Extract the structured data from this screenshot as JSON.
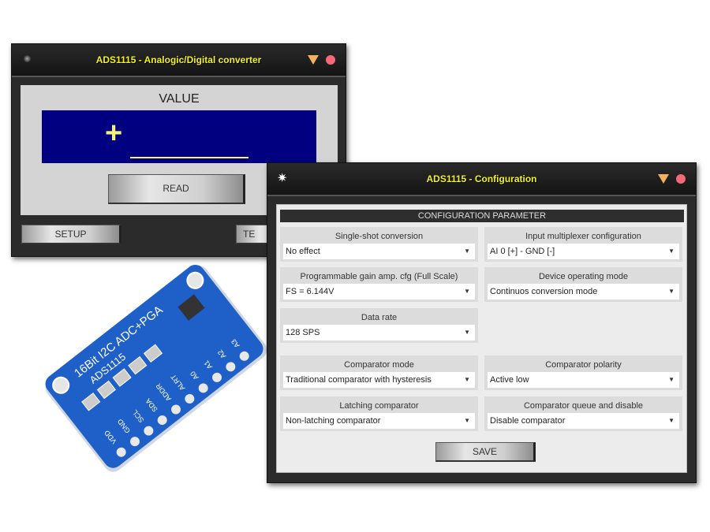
{
  "converter_window": {
    "title": "ADS1115 - Analogic/Digital converter",
    "value_label": "VALUE",
    "sign": "+",
    "read_label": "READ",
    "setup_label": "SETUP",
    "test_label_partial": "TE"
  },
  "config_window": {
    "title": "ADS1115 - Configuration",
    "header": "CONFIGURATION PARAMETER",
    "fields": [
      {
        "label": "Single-shot conversion",
        "value": "No effect"
      },
      {
        "label": "Input multiplexer configuration",
        "value": "AI 0 [+] - GND [-]"
      },
      {
        "label": "Programmable gain amp. cfg (Full Scale)",
        "value": "FS = 6.144V"
      },
      {
        "label": "Device operating mode",
        "value": "Continuos conversion mode"
      },
      {
        "label": "Data rate",
        "value": "128 SPS"
      },
      {
        "label": "Comparator mode",
        "value": "Traditional comparator with hysteresis"
      },
      {
        "label": "Comparator polarity",
        "value": "Active low"
      },
      {
        "label": "Latching comparator",
        "value": "Non-latching comparator"
      },
      {
        "label": "Comparator queue and disable",
        "value": "Disable comparator"
      }
    ],
    "save_label": "SAVE"
  },
  "board": {
    "title": "16Bit I2C ADC+PGA",
    "chip": "ADS1115",
    "pins": [
      "VDD",
      "GND",
      "SCL",
      "SDA",
      "ADDR",
      "ALRT",
      "A0",
      "A1",
      "A2",
      "A3"
    ]
  },
  "colors": {
    "title_text": "#f2f226",
    "display_bg": "#000080",
    "board_blue": "#1f5fc8"
  }
}
